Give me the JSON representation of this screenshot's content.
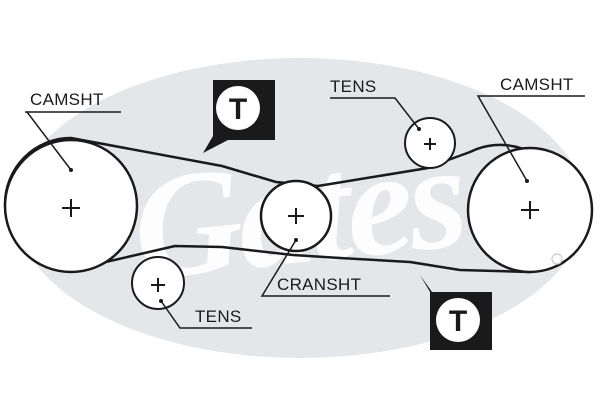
{
  "labels": {
    "camshaft_left": "CAMSHT",
    "camshaft_right": "CAMSHT",
    "tensioner_top": "TENS",
    "tensioner_bottom": "TENS",
    "crankshaft": "CRANSHT"
  },
  "badges": {
    "top": "T",
    "bottom": "T"
  },
  "watermark": {
    "text": "Gates"
  },
  "colors": {
    "ink": "#1a1a1a",
    "watermark_fill": "#e4e6ea",
    "badge_fill": "#1a1a1a"
  },
  "icons": {
    "pulley_center_mark": "plus",
    "badge_shape": "speech-bubble"
  }
}
